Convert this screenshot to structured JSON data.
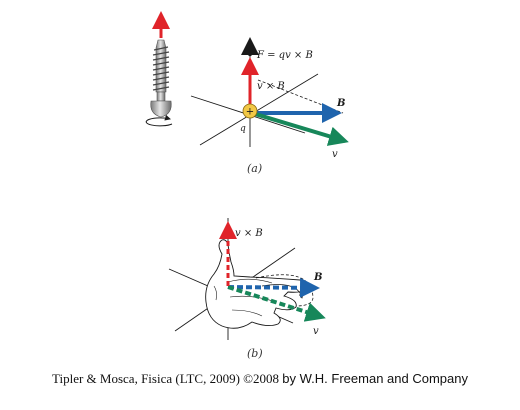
{
  "colors": {
    "force": "#e0242a",
    "vxb": "#e0242a",
    "field": "#1f64ad",
    "velocity": "#17875a",
    "axis": "#1a1a1a",
    "charge": "#f2c845",
    "skin": "#ffffff"
  },
  "icons": [
    "screw-icon",
    "rotation-arrow-icon",
    "right-hand-icon"
  ],
  "panel_a": {
    "caption": "(a)",
    "force_label": "F = qv × B",
    "vxb_label": "v × B",
    "b_label": "B",
    "v_label": "v",
    "charge_sign": "+",
    "charge_label": "q"
  },
  "panel_b": {
    "caption": "(b)",
    "vxb_label": "v × B",
    "b_label": "B",
    "v_label": "v"
  },
  "credit": {
    "text": "Tipler & Mosca, Fisica (LTC, 2009) ©2008",
    "publisher": "by W.H. Freeman and Company"
  }
}
